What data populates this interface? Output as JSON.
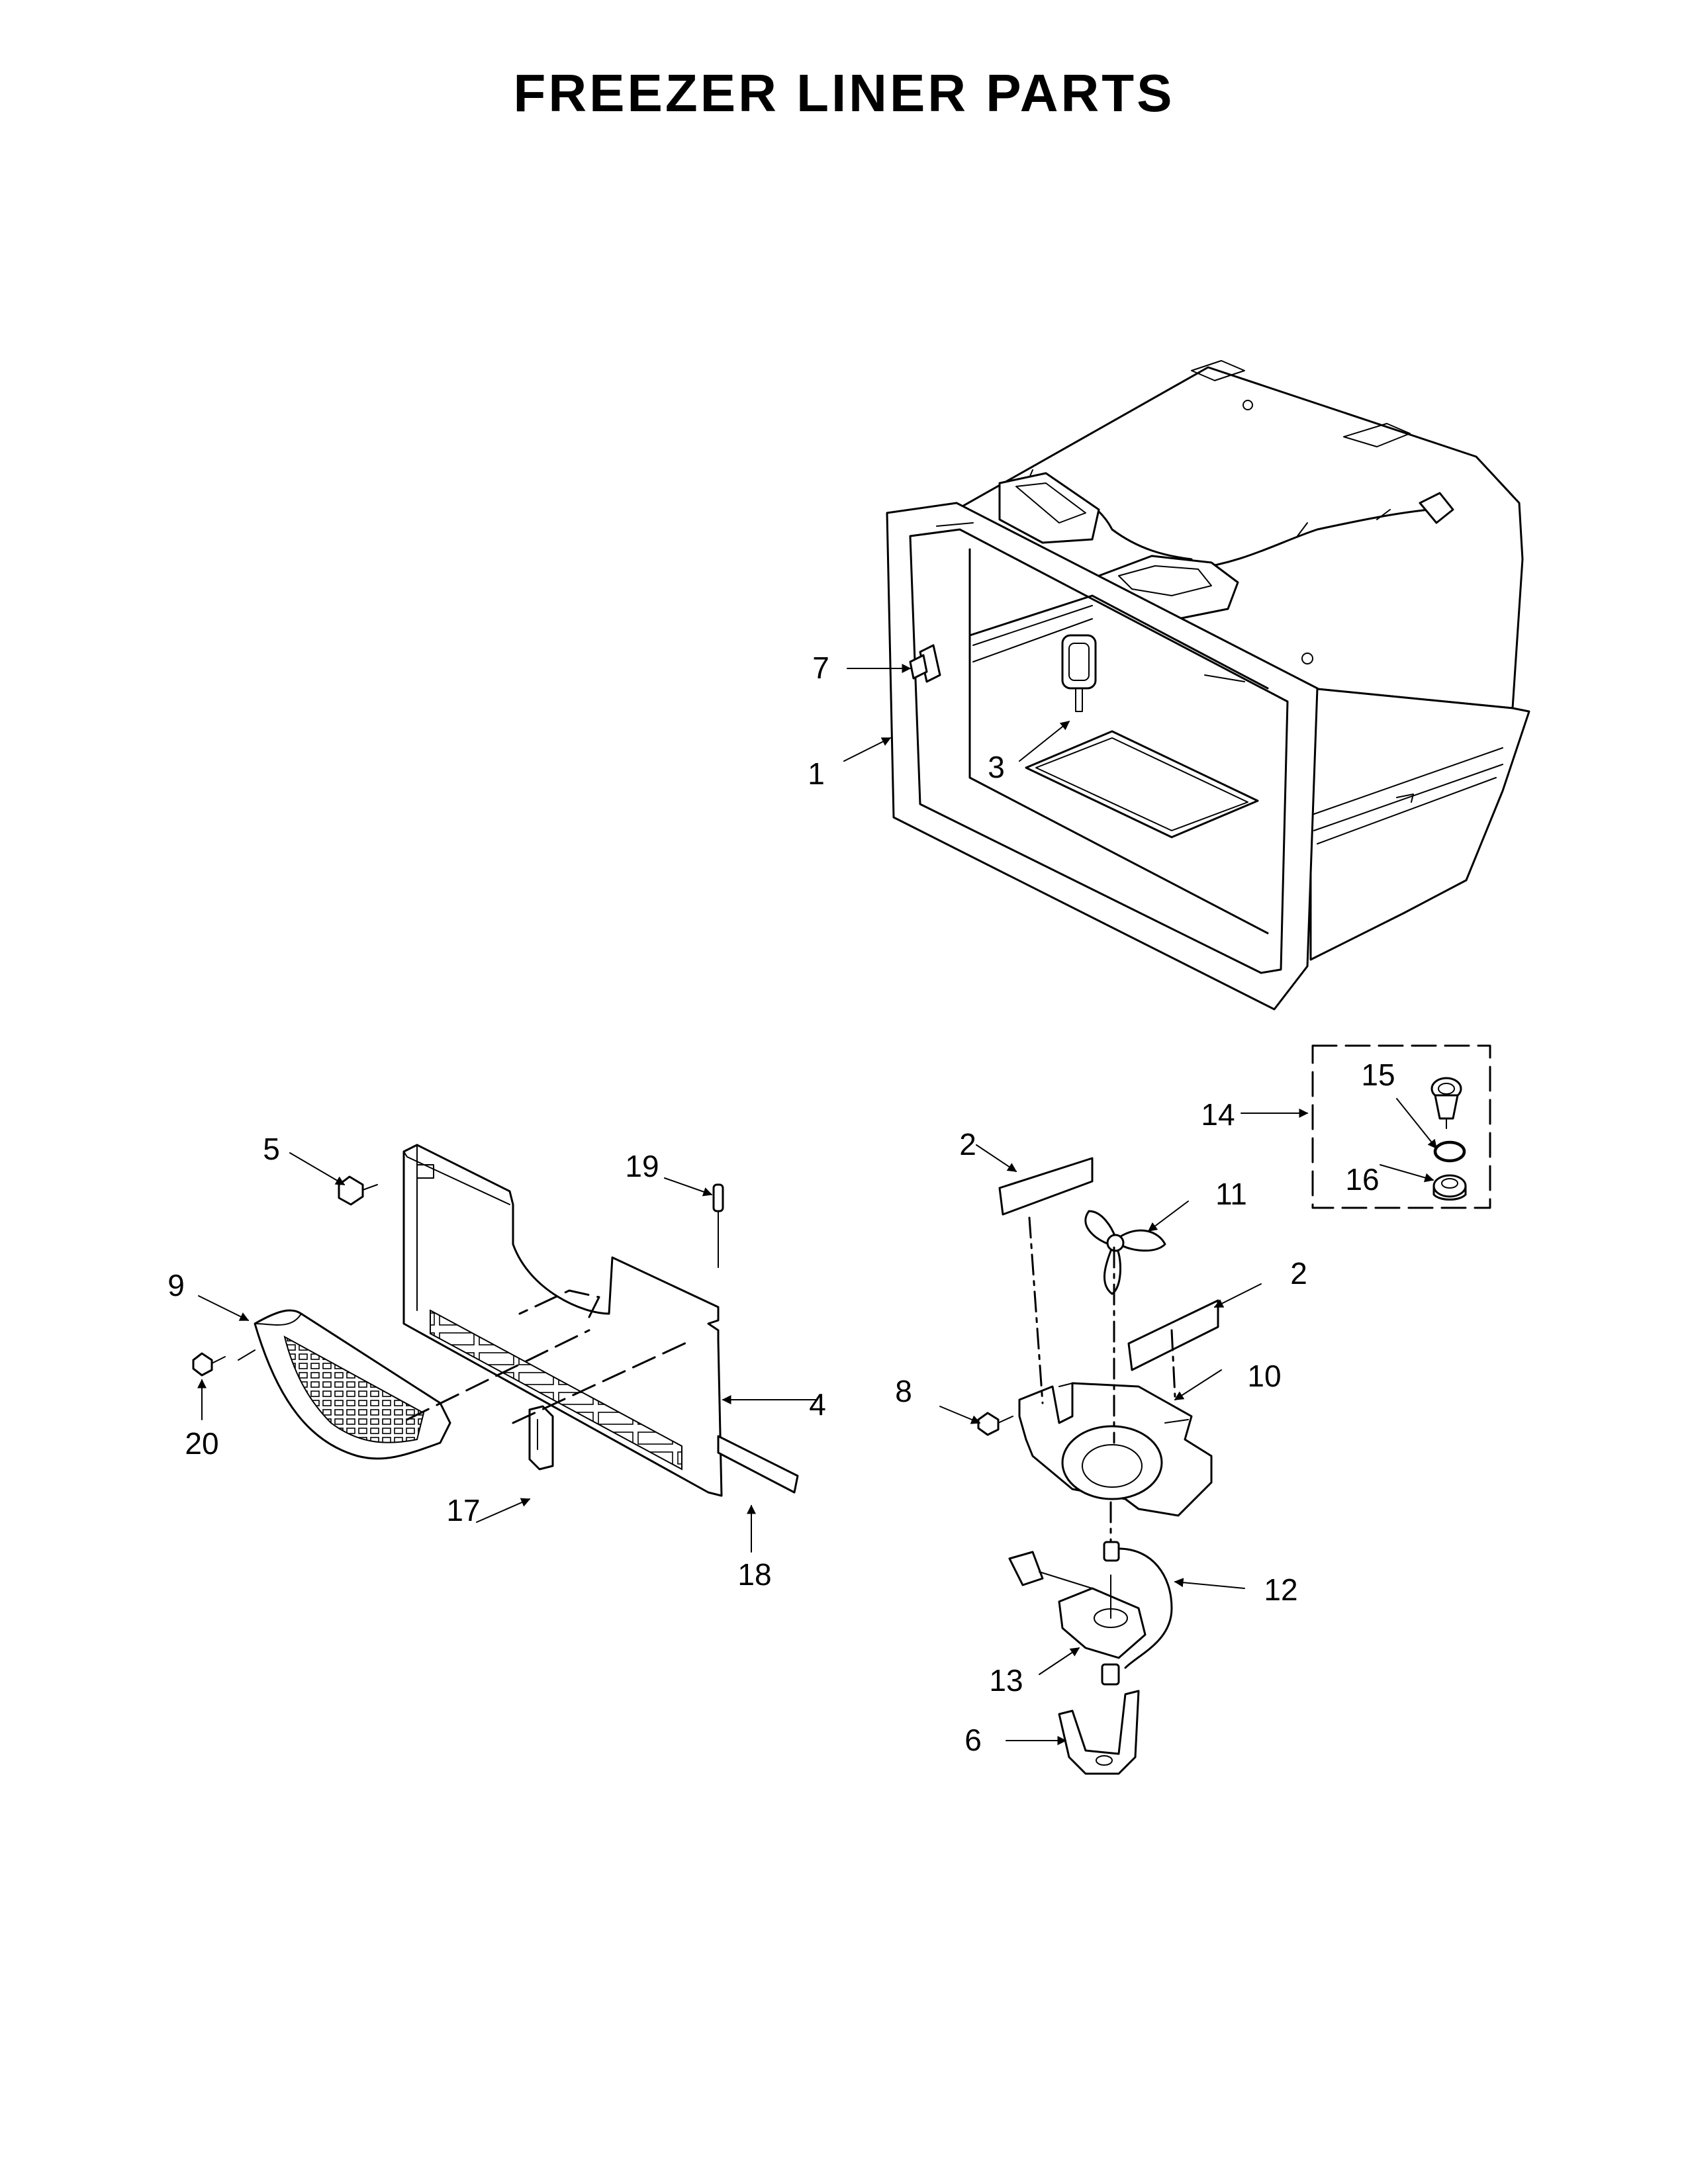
{
  "title": "FREEZER LINER PARTS",
  "callouts": [
    "1",
    "2",
    "2",
    "3",
    "4",
    "5",
    "6",
    "7",
    "8",
    "9",
    "10",
    "11",
    "12",
    "13",
    "14",
    "15",
    "16",
    "17",
    "18",
    "19",
    "20"
  ]
}
